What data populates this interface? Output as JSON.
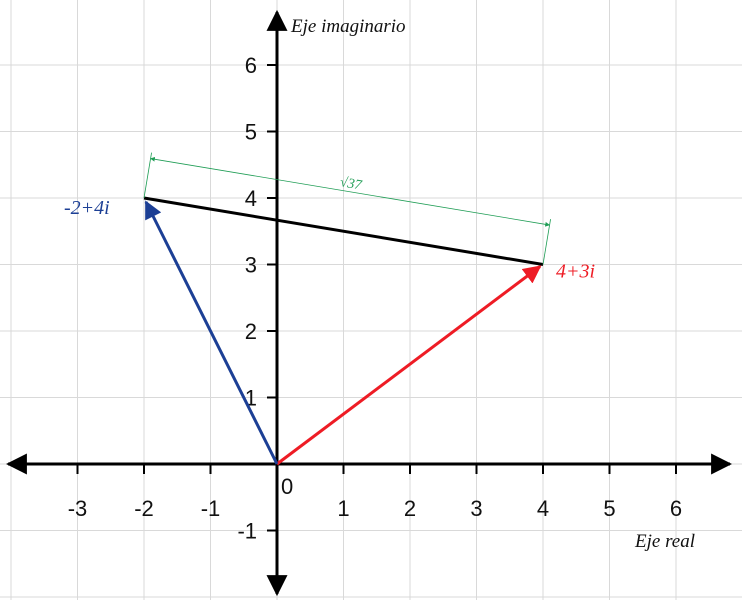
{
  "diagram": {
    "axes": {
      "x_label": "Eje real",
      "y_label": "Eje imaginario",
      "origin_label": "0",
      "x_ticks": [
        -3,
        -2,
        -1,
        1,
        2,
        3,
        4,
        5,
        6
      ],
      "y_ticks": [
        -1,
        1,
        2,
        3,
        4,
        5,
        6
      ],
      "x_range": [
        -4,
        6.7
      ],
      "y_range": [
        -2,
        7
      ],
      "grid": true
    },
    "points": [
      {
        "name": "z1",
        "label": "4+3i",
        "re": 4,
        "im": 3,
        "color": "#ee1c25"
      },
      {
        "name": "z2",
        "label": "-2+4i",
        "re": -2,
        "im": 4,
        "color": "#1c3f95"
      }
    ],
    "segment": {
      "from": "z2",
      "to": "z1",
      "color": "#000000"
    },
    "distance": {
      "label": "√37",
      "color": "#1f9d55"
    },
    "colors": {
      "grid": "#d9d9d9",
      "axis": "#000000"
    }
  }
}
